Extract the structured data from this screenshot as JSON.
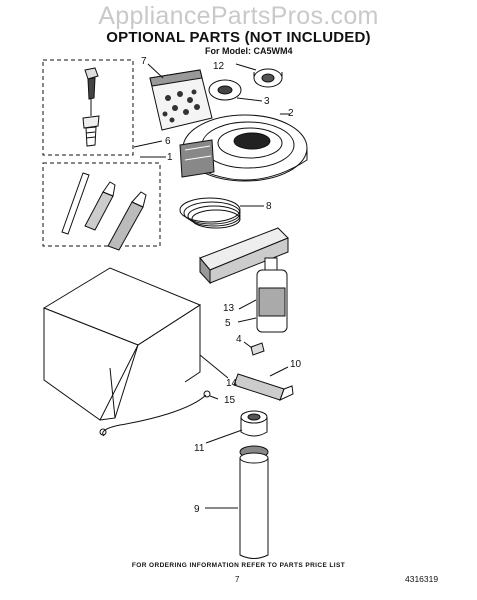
{
  "watermark": "AppliancePartsPros.com",
  "title": "OPTIONAL PARTS (NOT INCLUDED)",
  "model_line": "For Model: CA5WM4",
  "footer_note": "FOR ORDERING INFORMATION REFER TO PARTS PRICE LIST",
  "page_number": "7",
  "document_number": "4316319",
  "callouts": [
    "7",
    "12",
    "3",
    "2",
    "6",
    "1",
    "8",
    "13",
    "5",
    "4",
    "10",
    "14",
    "15",
    "11",
    "9"
  ]
}
